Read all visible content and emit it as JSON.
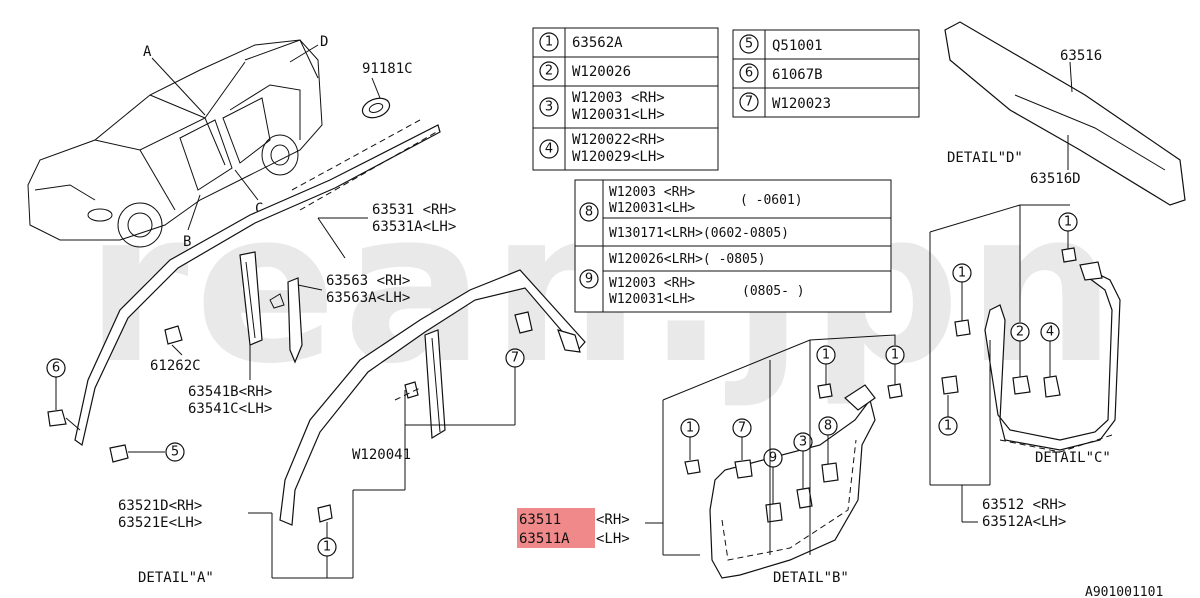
{
  "watermark": "rean.jpn",
  "legend_table_1": [
    {
      "num": "1",
      "lines": [
        "63562A"
      ]
    },
    {
      "num": "2",
      "lines": [
        "W120026"
      ]
    },
    {
      "num": "3",
      "lines": [
        "W12003 <RH>",
        "W120031<LH>"
      ]
    },
    {
      "num": "4",
      "lines": [
        "W120022<RH>",
        "W120029<LH>"
      ]
    }
  ],
  "legend_table_2": [
    {
      "num": "5",
      "lines": [
        "Q51001"
      ]
    },
    {
      "num": "6",
      "lines": [
        "61067B"
      ]
    },
    {
      "num": "7",
      "lines": [
        "W120023"
      ]
    }
  ],
  "legend_table_3": [
    {
      "num": "8",
      "rows": [
        {
          "lines": [
            "W12003 <RH>",
            "W120031<LH>"
          ],
          "note": "(  -0601)"
        },
        {
          "lines": [
            "W130171<LRH>(0602-0805)"
          ],
          "note": ""
        }
      ]
    },
    {
      "num": "9",
      "rows": [
        {
          "lines": [
            "W120026<LRH>(  -0805)"
          ],
          "note": ""
        },
        {
          "lines": [
            "W12003 <RH>",
            "W120031<LH>"
          ],
          "note": "(0805-  )"
        }
      ]
    }
  ],
  "car_callouts": [
    "A",
    "B",
    "C",
    "D"
  ],
  "part_labels": {
    "p91181c": "91181C",
    "p63531": [
      "63531 <RH>",
      "63531A<LH>"
    ],
    "p63563": [
      "63563 <RH>",
      "63563A<LH>"
    ],
    "p61262c": "61262C",
    "p63541": [
      "63541B<RH>",
      "63541C<LH>"
    ],
    "pW120041": "W120041",
    "p63521": [
      "63521D<RH>",
      "63521E<LH>"
    ],
    "p63511": [
      "63511",
      "63511A"
    ],
    "p63511_suffix": [
      "<RH>",
      "<LH>"
    ],
    "p63512": [
      "63512 <RH>",
      "63512A<LH>"
    ],
    "p63516": "63516",
    "p63516d": "63516D"
  },
  "details": {
    "a": "DETAIL\"A\"",
    "b": "DETAIL\"B\"",
    "c": "DETAIL\"C\"",
    "d": "DETAIL\"D\""
  },
  "circle_markers": {
    "m6": "6",
    "m5": "5",
    "m7": "7",
    "m1a": "1",
    "b1a": "1",
    "b7": "7",
    "b9": "9",
    "b3": "3",
    "b8": "8",
    "b1b": "1",
    "b1c": "1",
    "c1a": "1",
    "c1b": "1",
    "c2": "2",
    "c4": "4",
    "c1c": "1"
  },
  "diagram_code": "A901001101",
  "highlight_color": "#f08a8a"
}
